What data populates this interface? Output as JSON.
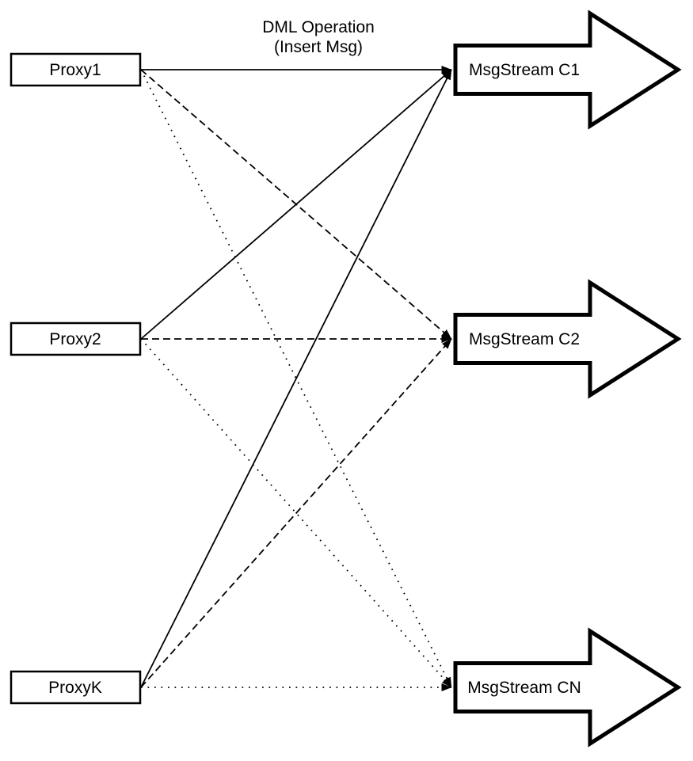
{
  "title": {
    "line1": "DML Operation",
    "line2": "(Insert Msg)"
  },
  "proxies": [
    {
      "id": "proxy1",
      "label": "Proxy1"
    },
    {
      "id": "proxy2",
      "label": "Proxy2"
    },
    {
      "id": "proxyk",
      "label": "ProxyK"
    }
  ],
  "streams": [
    {
      "id": "c1",
      "label": "MsgStream C1",
      "incoming_line_style": "solid"
    },
    {
      "id": "c2",
      "label": "MsgStream C2",
      "incoming_line_style": "dashed"
    },
    {
      "id": "cn",
      "label": "MsgStream CN",
      "incoming_line_style": "dotted"
    }
  ],
  "edges": [
    {
      "from": "proxy1",
      "to": "c1",
      "style": "solid"
    },
    {
      "from": "proxy1",
      "to": "c2",
      "style": "dashed"
    },
    {
      "from": "proxy1",
      "to": "cn",
      "style": "dotted"
    },
    {
      "from": "proxy2",
      "to": "c1",
      "style": "solid"
    },
    {
      "from": "proxy2",
      "to": "c2",
      "style": "dashed"
    },
    {
      "from": "proxy2",
      "to": "cn",
      "style": "dotted"
    },
    {
      "from": "proxyk",
      "to": "c1",
      "style": "solid"
    },
    {
      "from": "proxyk",
      "to": "c2",
      "style": "dashed"
    },
    {
      "from": "proxyk",
      "to": "cn",
      "style": "dotted"
    }
  ],
  "colors": {
    "stroke": "#000000",
    "fill": "#ffffff",
    "background": "#ffffff"
  }
}
